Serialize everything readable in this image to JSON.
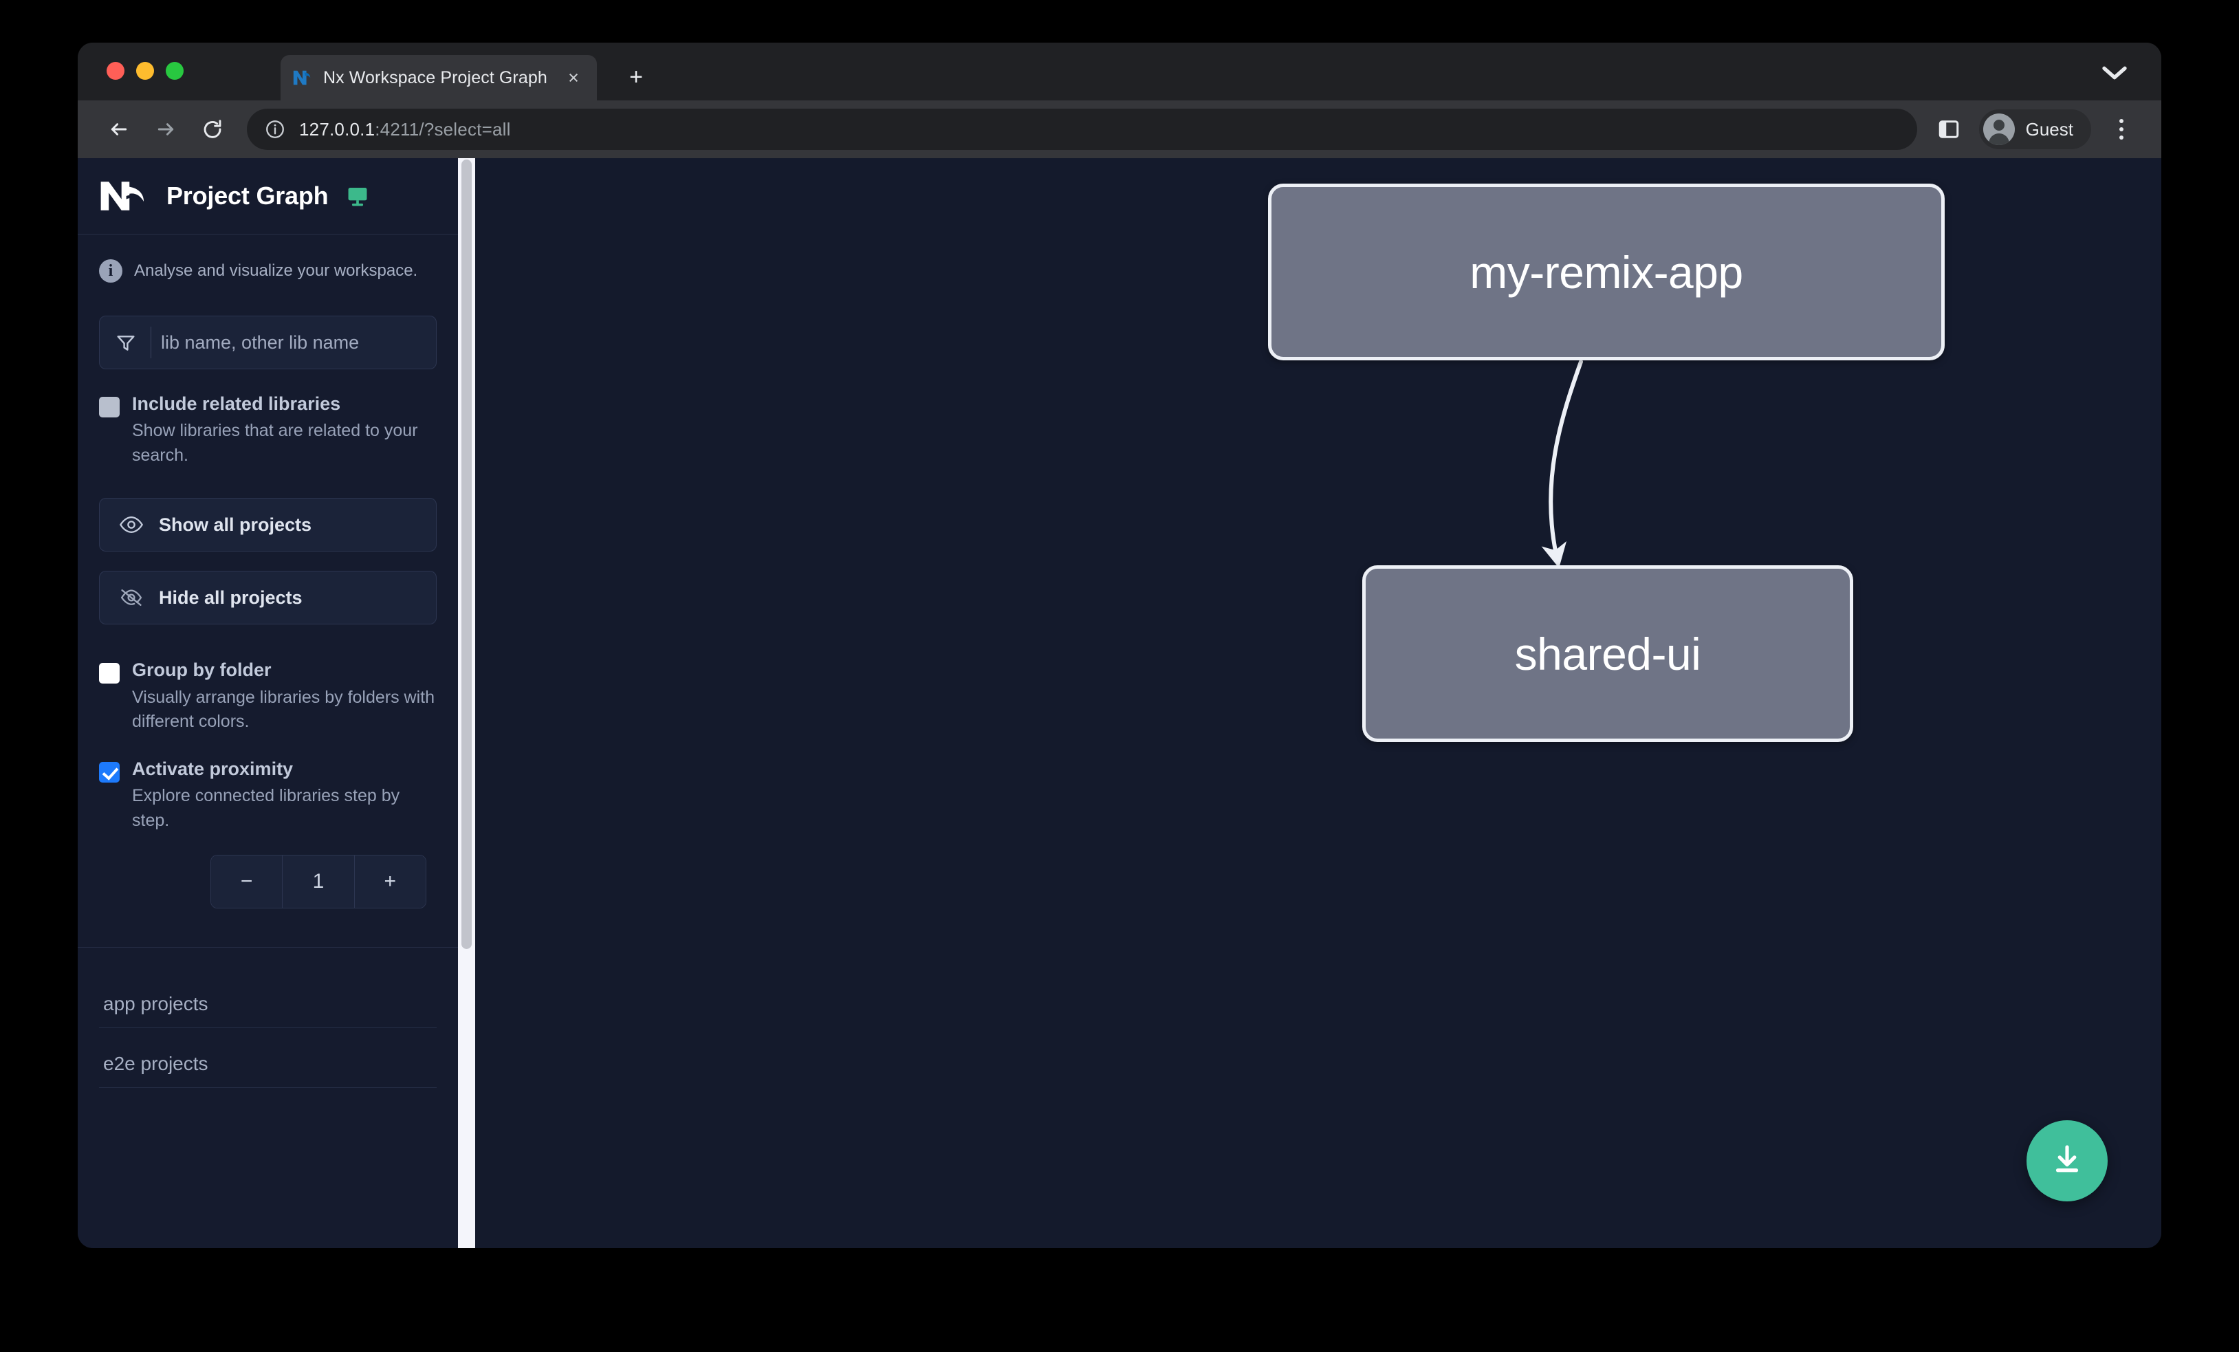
{
  "browser": {
    "tab": {
      "title": "Nx Workspace Project Graph",
      "favicon": "nx-logo-icon",
      "close_label": "×"
    },
    "new_tab_label": "+",
    "tab_list_icon": "chevron-down-icon",
    "toolbar": {
      "back_icon": "back-arrow-icon",
      "forward_icon": "forward-arrow-icon",
      "reload_icon": "reload-icon",
      "site_info_icon": "info-circle-icon",
      "url_host": "127.0.0.1",
      "url_rest": ":4211/?select=all",
      "side_panel_icon": "side-panel-icon",
      "profile_name": "Guest",
      "profile_icon": "account-avatar-icon",
      "overflow_icon": "three-dot-menu-icon"
    }
  },
  "sidebar": {
    "logo_icon": "nx-logo-icon",
    "title": "Project Graph",
    "display_mode_icon": "monitor-icon",
    "tagline": {
      "icon": "info-icon",
      "text": "Analyse and visualize your workspace."
    },
    "search": {
      "icon": "filter-funnel-icon",
      "placeholder": "lib name, other lib name",
      "value": ""
    },
    "include_related": {
      "label": "Include related libraries",
      "description": "Show libraries that are related to your search.",
      "checked": false,
      "disabled": true
    },
    "show_all_projects": {
      "label": "Show all projects",
      "icon": "eye-icon"
    },
    "hide_all_projects": {
      "label": "Hide all projects",
      "icon": "eye-slash-icon"
    },
    "group_by_folder": {
      "label": "Group by folder",
      "description": "Visually arrange libraries by folders with different colors.",
      "checked": false
    },
    "activate_proximity": {
      "label": "Activate proximity",
      "description": "Explore connected libraries step by step.",
      "checked": true
    },
    "proximity_stepper": {
      "decrement_label": "−",
      "value": "1",
      "increment_label": "+"
    },
    "sections": [
      {
        "label": "app projects"
      },
      {
        "label": "e2e projects"
      }
    ]
  },
  "graph": {
    "nodes": [
      {
        "id": "my-remix-app",
        "label": "my-remix-app"
      },
      {
        "id": "shared-ui",
        "label": "shared-ui"
      }
    ],
    "edges": [
      {
        "from": "my-remix-app",
        "to": "shared-ui"
      }
    ],
    "download_button": {
      "icon": "download-icon",
      "color": "#40bf9b"
    }
  },
  "colors": {
    "sidebar_bg": "#151b2e",
    "canvas_bg": "#141a2c",
    "node_fill": "#6f7486",
    "node_border": "#edf0f6",
    "accent_green": "#40bf9b",
    "checkbox_checked": "#1d7afc"
  }
}
